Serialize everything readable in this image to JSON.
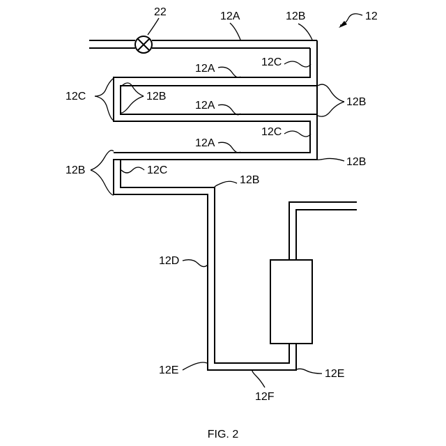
{
  "figure": {
    "caption": "FIG. 2",
    "ref_main": "12",
    "labels": {
      "valve": "22",
      "top_12A": "12A",
      "top_12B": "12B",
      "r1_12C": "12C",
      "r1_12A": "12A",
      "left_12C": "12C",
      "inner_12B": "12B",
      "r2_12A": "12A",
      "right_12B": "12B",
      "r3_12C": "12C",
      "r3_12A": "12A",
      "right2_12B": "12B",
      "left_12B": "12B",
      "r4_12C": "12C",
      "down_12B": "12B",
      "riser_12D": "12D",
      "bottom_left_12E": "12E",
      "bottom_12F": "12F",
      "bottom_right_12E": "12E"
    }
  }
}
